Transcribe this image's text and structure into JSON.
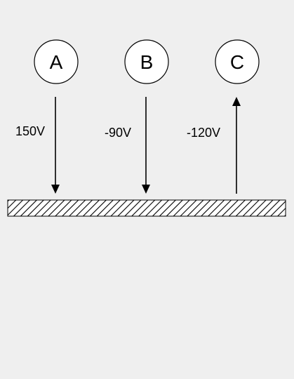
{
  "nodes": [
    {
      "id": "A",
      "label": "A",
      "voltage": "150V",
      "direction": "down"
    },
    {
      "id": "B",
      "label": "B",
      "voltage": "-90V",
      "direction": "down"
    },
    {
      "id": "C",
      "label": "C",
      "voltage": "-120V",
      "direction": "up"
    }
  ],
  "colors": {
    "background": "#efefef",
    "stroke": "#000000",
    "node_fill": "#ffffff"
  }
}
